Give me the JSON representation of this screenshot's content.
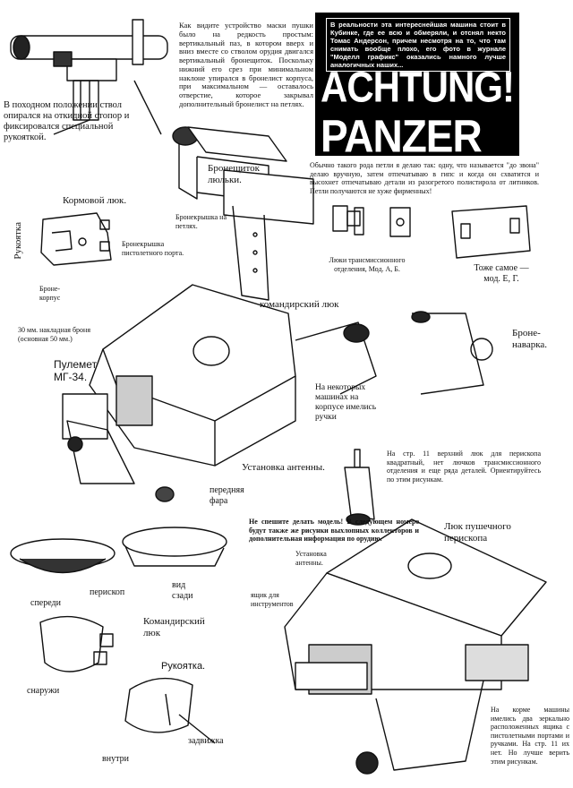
{
  "banner": {
    "intro": "В реальности эта интереснейшая машина стоит в Кубинке, где ее всю и обмеряли, и отснял некто Томас Андерсон, причем несмотря на то, что там снимать вообще плохо, его фото в журнале \"Моделл графикс\" оказались намного лучше аналогичных наших...",
    "title_line1": "ACHTUNG!",
    "title_line2": "PANZER"
  },
  "texts": {
    "gun_mask": "Как видите устройство маски пушки было на редкость простым: вертикальный паз, в котором вверх и вниз вместе со стволом орудия двигался вертикальный бронещиток. Поскольку нижний его срез при минимальном наклоне упирался в бронелист корпуса, при максимальном — оставалось отверстие, которое закрывал дополнительный бронелист на петлях.",
    "marching": "В походном положении ствол опирался на откидной стопор и фиксировался специальной рукояткой.",
    "shield": "Бронещиток люльки.",
    "hinged_cover": "Бронекрышка на петлях.",
    "rear_hatch": "Кормовой люк.",
    "handle": "Рукоятка",
    "pistol_cover": "Бронекрышка пистолетного порта.",
    "hull": "Броне-корпус",
    "hinges_note": "Обычно такого рода петли я делаю так: одну, что называется \"до звона\" делаю вручную, затем отпечатываю в гипс и когда он схватится и высохнет отпечатываю детали из разогретого полистирола от литников. Петли получаются не хуже фирменных!",
    "trans_hatches": "Люки трансмиссионного отделения, Мод. А, Б.",
    "same": "Тоже самое — мод. Е, Г.",
    "commander_hatch": "командирский люк",
    "armor_30": "30 мм. накладная броня (основная 50 мм.)",
    "mg34": "Пулемет МГ-34.",
    "some_machines": "На некоторых машинах на корпусе имелись ручки",
    "welding": "Броне-наварка.",
    "antenna_mount": "Установка антенны.",
    "top_hatch_note": "На стр. 11 верхний люк для перископа квадратный, нет лючков трансмиссионного отделения и еще ряда деталей. Ориентируйтесь по этим рисункам.",
    "headlight": "передняя фара",
    "dont_hurry": "Не спешите делать модель! В следующем номере будут также же рисунки выхлопных коллекторов и дополнительная информация по орудию.",
    "gun_periscope": "Люк пушечного перископа",
    "antenna_mount2": "Установка антенны.",
    "tool_box": "ящик для инструментов",
    "front": "спереди",
    "periscope": "перископ",
    "rear_view": "вид сзади",
    "commander_hatch2": "Командирский люк",
    "outside": "снаружи",
    "handle2": "Рукоятка.",
    "inside": "внутри",
    "latch": "задвижка",
    "stern_note": "На корме машины имелись два зеркально расположенных ящика с пистолетными портами и ручками. На стр. 11 их нет. Но лучше верить этим рисункам."
  }
}
